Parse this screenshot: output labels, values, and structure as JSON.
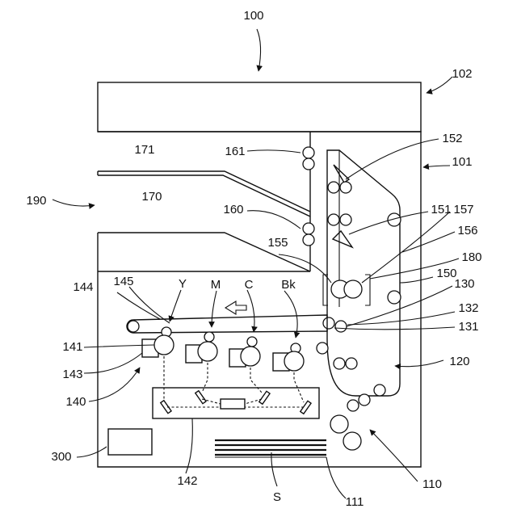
{
  "labels": {
    "device": "100",
    "scanner": "102",
    "body": "101",
    "exit_tray": "171",
    "discharge_unit": "190",
    "upper_tray": "170",
    "roller_161": "161",
    "roller_160": "160",
    "flapper_152": "152",
    "flapper_151": "151",
    "fixing_157": "157",
    "fixing_156": "156",
    "duplex_180": "180",
    "fixing_155": "155",
    "fixing_150": "150",
    "transfer_130": "130",
    "roller_132": "132",
    "roller_131": "131",
    "conveyance_120": "120",
    "belt_144": "144",
    "roller_145": "145",
    "color_y": "Y",
    "color_m": "M",
    "color_c": "C",
    "color_bk": "Bk",
    "drum_141": "141",
    "charger_143": "143",
    "image_unit_140": "140",
    "exposure_142": "142",
    "controller_300": "300",
    "sheet_s": "S",
    "cassette_111": "111",
    "feed_110": "110"
  }
}
